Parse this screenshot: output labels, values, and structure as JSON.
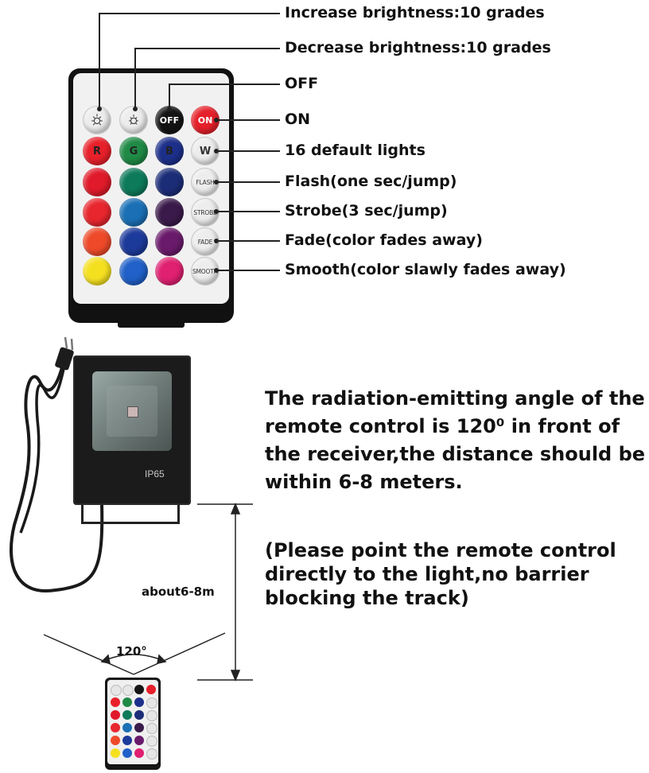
{
  "callouts": {
    "increase": "Increase brightness:10 grades",
    "decrease": "Decrease brightness:10 grades",
    "off": "OFF",
    "on": "ON",
    "default_lights": "16 default lights",
    "flash": "Flash(one sec/jump)",
    "strobe": "Strobe(3 sec/jump)",
    "fade": "Fade(color fades away)",
    "smooth": "Smooth(color slawly fades away)"
  },
  "remote": {
    "labels": {
      "off": "OFF",
      "on": "ON",
      "r": "R",
      "g": "G",
      "b": "B",
      "w": "W",
      "flash": "FLASH",
      "strobe": "STROBE",
      "fade": "FADE",
      "smooth": "SMOOTH"
    },
    "colors": {
      "red": "#e8202a",
      "green": "#1f8a45",
      "blue": "#1c2f8a",
      "r2": "#e01a2a",
      "g2": "#0d7a5a",
      "b2": "#1c2d78",
      "r3": "#e8262e",
      "g3": "#1a6fb5",
      "b3": "#3a1a4a",
      "r4": "#ee4a2a",
      "g4": "#1c3a9a",
      "b4": "#6a1a6a",
      "r5": "#f5e020",
      "g5": "#2060c8",
      "b5": "#e02070",
      "off_bg": "#141414",
      "on_bg": "#e5202a"
    }
  },
  "light": {
    "rating": "IP65"
  },
  "description": "The radiation-emitting angle of the remote control is 120⁰ in front of the receiver,the distance should be within 6-8 meters.",
  "note": "(Please point the remote control directly to the light,no barrier blocking the track)",
  "distance_label": "about6-8m",
  "angle_label": "120°"
}
